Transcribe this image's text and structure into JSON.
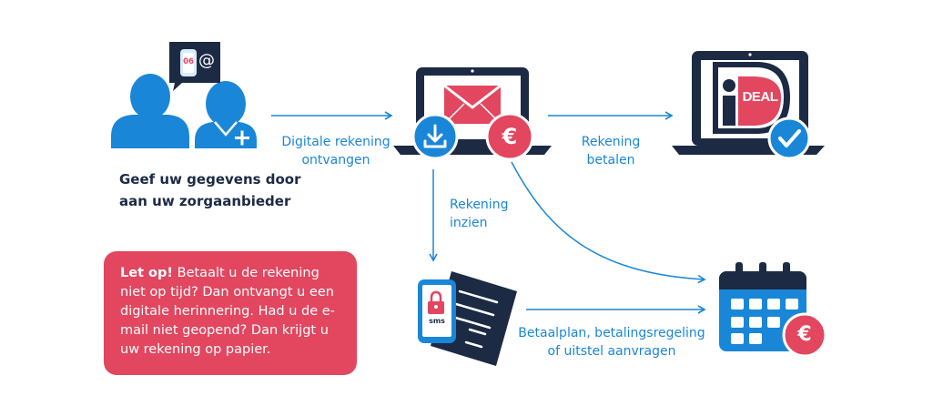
{
  "step_users": {
    "caption_line1": "Geef uw gegevens door",
    "caption_line2": "aan uw zorgaanbieder",
    "bubble_number": "06",
    "bubble_symbol": "@"
  },
  "arrow_labels": {
    "receive_line1": "Digitale rekening",
    "receive_line2": "ontvangen",
    "pay_line1": "Rekening",
    "pay_line2": "betalen",
    "view_line1": "Rekening",
    "view_line2": "inzien",
    "plan_line1": "Betaalplan, betalingsregeling",
    "plan_line2": "of uitstel aanvragen"
  },
  "notice": {
    "emphasis": "Let op!",
    "text": "Betaalt u de rekening niet op tijd? Dan ontvangt u een digitale herinnering. Had u de e-mail niet geopend? Dan krijgt u uw rekening op papier."
  },
  "ideal": {
    "logo_letter": "i",
    "logo_text": "DEAL"
  },
  "phone": {
    "sms_label": "sms"
  },
  "currency_symbol": "€",
  "colors": {
    "blue": "#1a86d8",
    "dark_navy": "#1c2a44",
    "red": "#e3465f",
    "light_blue": "#d8ecfb"
  }
}
